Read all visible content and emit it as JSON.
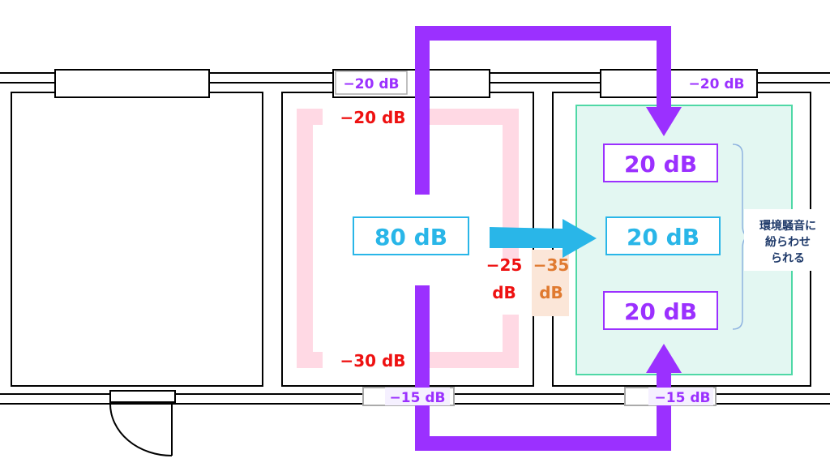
{
  "labels": {
    "window_mid_top": "−20 dB",
    "window_right_top": "−20 dB",
    "reduce_top": "−20 dB",
    "reduce_bottom": "−30 dB",
    "reduce_wall_red_num": "−25",
    "reduce_wall_red_unit": "dB",
    "reduce_wall_orange_num": "−35",
    "reduce_wall_orange_unit": "dB",
    "door_mid_bottom": "−15 dB",
    "door_right_bottom": "−15 dB",
    "source_level": "80 dB",
    "recv_top": "20 dB",
    "recv_mid": "20 dB",
    "recv_bottom": "20 dB",
    "masking_line1": "環境騒音に",
    "masking_line2": "紛らわせ",
    "masking_line3": "られる"
  },
  "colors": {
    "purple": "#9b30ff",
    "cyan": "#29b6e8",
    "red": "#ee1111",
    "orange": "#e07a30",
    "pink": "#ffd9e4",
    "green_fill": "#e3f7f2",
    "green_border": "#4fd8a6"
  }
}
